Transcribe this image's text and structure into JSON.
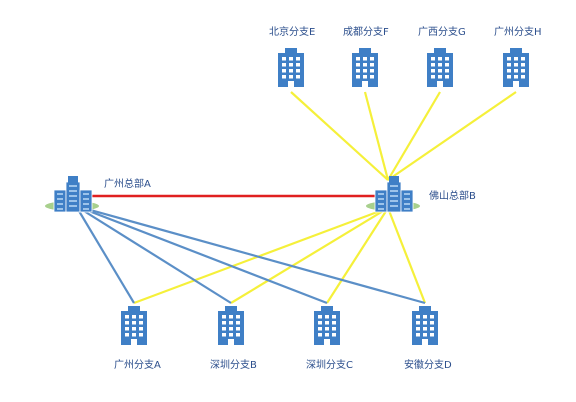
{
  "colors": {
    "hq_link": "#e02020",
    "yellow_link": "#f5f03a",
    "blue_link": "#5b8fc7",
    "building": "#3f7fc6",
    "building_window": "#ffffff",
    "hq_base": "#a8d08d",
    "label": "#2b4e8c"
  },
  "nodes": {
    "hq_a": {
      "label": "广州总部A"
    },
    "hq_b": {
      "label": "佛山总部B"
    },
    "branch_e": {
      "label": "北京分支E"
    },
    "branch_f": {
      "label": "成都分支F"
    },
    "branch_g": {
      "label": "广西分支G"
    },
    "branch_h": {
      "label": "广州分支H"
    },
    "branch_a": {
      "label": "广州分支A"
    },
    "branch_b": {
      "label": "深圳分支B"
    },
    "branch_c": {
      "label": "深圳分支C"
    },
    "branch_d": {
      "label": "安徽分支D"
    }
  },
  "links": [
    {
      "from": "hq_a",
      "to": "hq_b",
      "kind": "hq_link"
    },
    {
      "from": "hq_b",
      "to": "branch_e",
      "kind": "yellow_link"
    },
    {
      "from": "hq_b",
      "to": "branch_f",
      "kind": "yellow_link"
    },
    {
      "from": "hq_b",
      "to": "branch_g",
      "kind": "yellow_link"
    },
    {
      "from": "hq_b",
      "to": "branch_h",
      "kind": "yellow_link"
    },
    {
      "from": "hq_b",
      "to": "branch_a",
      "kind": "yellow_link"
    },
    {
      "from": "hq_b",
      "to": "branch_b",
      "kind": "yellow_link"
    },
    {
      "from": "hq_b",
      "to": "branch_c",
      "kind": "yellow_link"
    },
    {
      "from": "hq_b",
      "to": "branch_d",
      "kind": "yellow_link"
    },
    {
      "from": "hq_a",
      "to": "branch_a",
      "kind": "blue_link"
    },
    {
      "from": "hq_a",
      "to": "branch_b",
      "kind": "blue_link"
    },
    {
      "from": "hq_a",
      "to": "branch_c",
      "kind": "blue_link"
    },
    {
      "from": "hq_a",
      "to": "branch_d",
      "kind": "blue_link"
    }
  ]
}
